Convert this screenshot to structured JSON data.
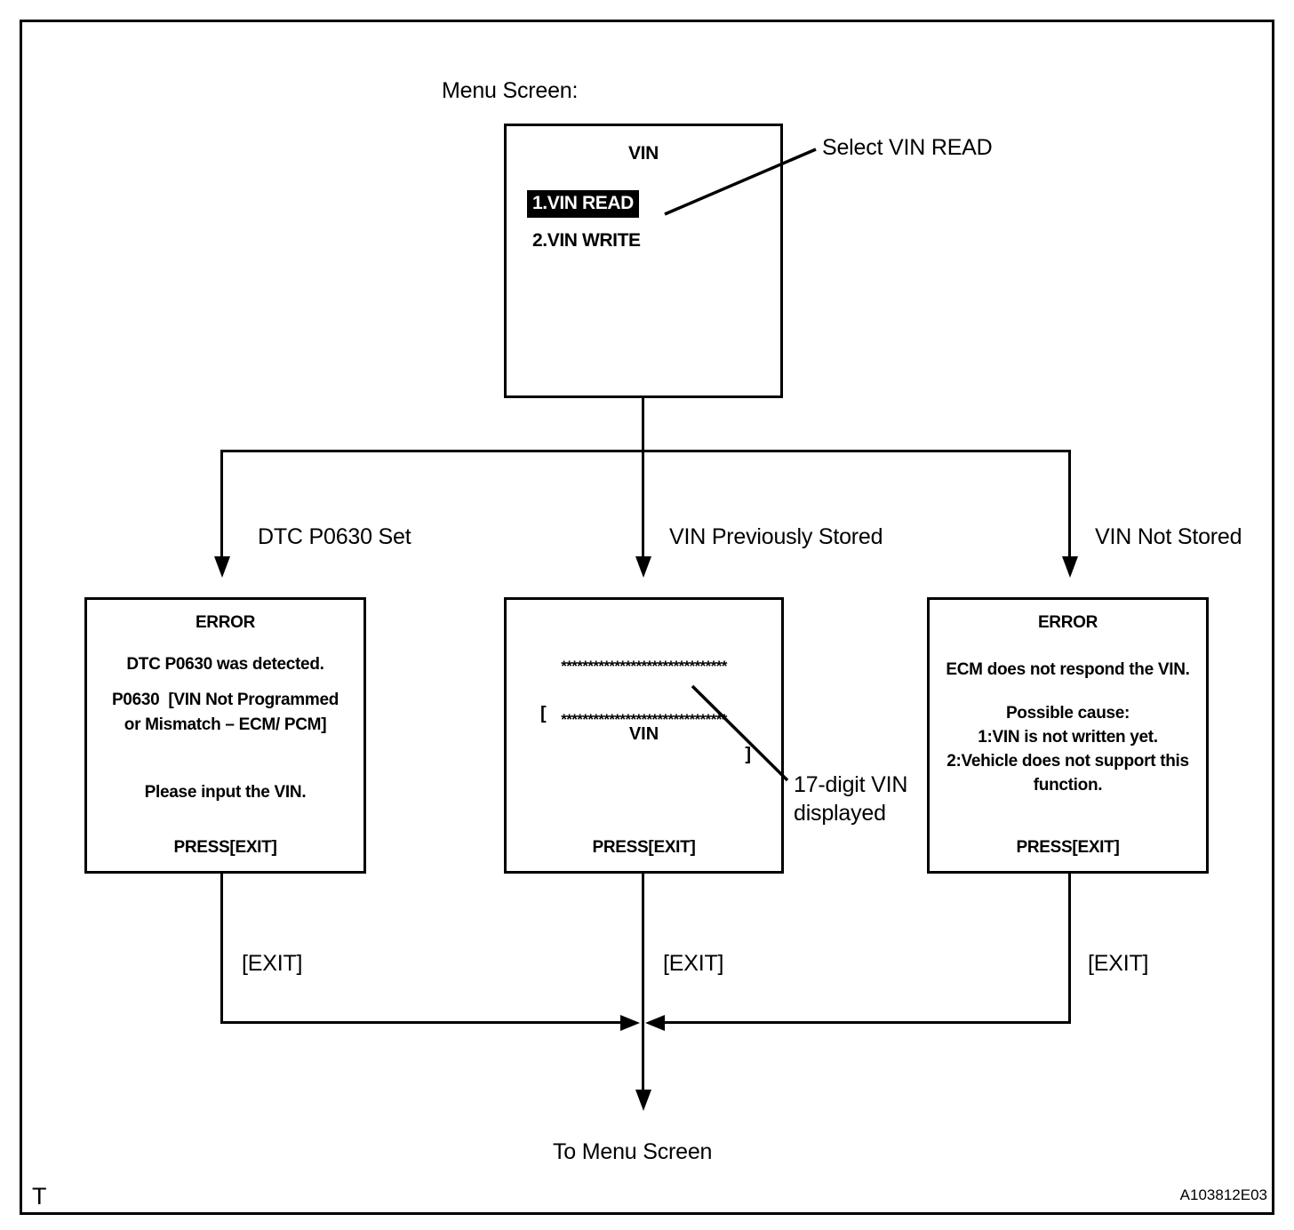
{
  "figure": {
    "caption_mark": "T",
    "figure_id": "A103812E03",
    "ink_color": "#000000",
    "background_color": "#ffffff"
  },
  "menu": {
    "caption": "Menu Screen:",
    "screen_title": "VIN",
    "items": [
      {
        "label": "1.VIN READ",
        "selected": true
      },
      {
        "label": "2.VIN WRITE",
        "selected": false
      }
    ],
    "annotation": "Select VIN READ"
  },
  "branches": [
    {
      "label": "DTC P0630 Set"
    },
    {
      "label": "VIN Previously Stored"
    },
    {
      "label": "VIN Not Stored"
    }
  ],
  "screens": {
    "dtc_error": {
      "title": "ERROR",
      "lines": [
        "DTC P0630 was detected.",
        "P0630  [VIN Not Programmed",
        "or Mismatch – ECM/ PCM]",
        "Please input the VIN."
      ],
      "footer": "PRESS[EXIT]"
    },
    "vin_display": {
      "stars_top": "*******************************",
      "bracket_left": "[",
      "vin_text": "VIN",
      "bracket_right": "]",
      "stars_bottom": "*******************************",
      "footer": "PRESS[EXIT]",
      "annotation_line1": "17-digit VIN",
      "annotation_line2": "displayed"
    },
    "no_response_error": {
      "title": "ERROR",
      "lines": [
        "ECM does not respond the VIN.",
        "Possible cause:",
        "1:VIN is not written yet.",
        "2:Vehicle does not support this",
        "function."
      ],
      "footer": "PRESS[EXIT]"
    }
  },
  "exit_labels": {
    "left": "[EXIT]",
    "center": "[EXIT]",
    "right": "[EXIT]"
  },
  "footer": {
    "return_label": "To Menu Screen"
  }
}
